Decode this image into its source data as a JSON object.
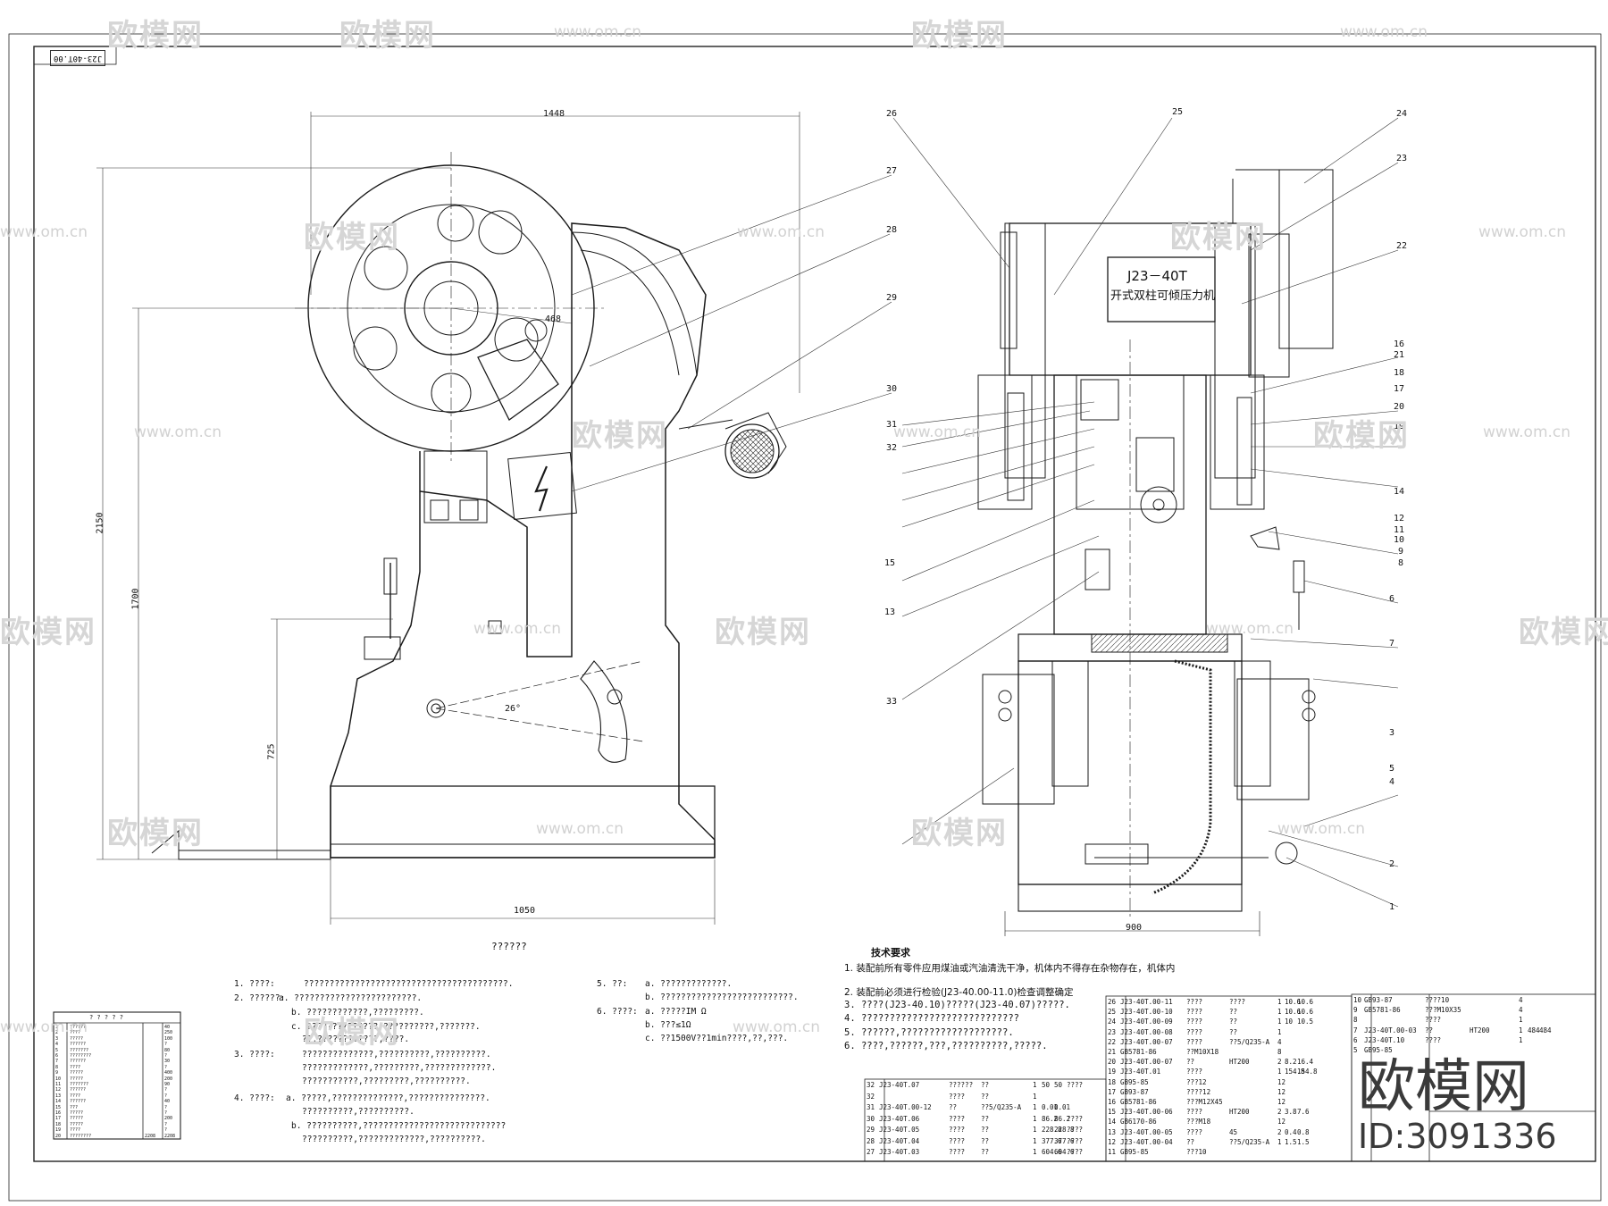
{
  "drawing": {
    "code": "J23-40T.00",
    "title_marks": "??????",
    "plate": {
      "model": "J23－40T",
      "name": "开式双柱可倾压力机"
    }
  },
  "dimensions": {
    "width_top": "1448",
    "height_total": "2150",
    "height_1700": "1700",
    "height_725": "725",
    "base_width": "1050",
    "flywheel_r": "468",
    "tilt_angle": "26°",
    "front_width": "900"
  },
  "balloons": [
    "1",
    "2",
    "3",
    "4",
    "5",
    "6",
    "7",
    "8",
    "9",
    "10",
    "11",
    "12",
    "13",
    "14",
    "15",
    "16",
    "17",
    "18",
    "19",
    "20",
    "21",
    "22",
    "23",
    "24",
    "25",
    "26",
    "27",
    "28",
    "29",
    "30",
    "31",
    "32",
    "33"
  ],
  "notes": {
    "n1": "1. ????:",
    "n1_text": "????????????????????????????????????????.",
    "n2": "2. ??????:",
    "n2a": "a. ????????????????????????.",
    "n2b": "b. ????????????,?????????.",
    "n2c": "c. ??????????????,??????????,???????.",
    "n2d": "??,????????????,????.",
    "n3": "3. ????:",
    "n3a": "??????????????,??????????,??????????.",
    "n3b": "?????????????,?????????,?????????????.",
    "n3c": "???????????,?????????,??????????.",
    "n4": "4. ????:",
    "n4a": "a. ?????,??????????????,???????????????.",
    "n4b": "??????????,??????????.",
    "n4c": "b. ??????????,????????????????????????????",
    "n4d": "??????????,?????????????,??????????.",
    "n5": "5. ??:",
    "n5a": "a. ?????????????.",
    "n5b": "b. ??????????????????????????.",
    "n6": "6. ????:",
    "n6a": "a. ?????IM Ω",
    "n6b": "b. ???≤1Ω",
    "n6c": "c. ??1500V??1min????,??,???."
  },
  "requirements": {
    "title": "技术要求",
    "r1": "1. 装配前所有零件应用煤油或汽油清洗干净，机体内不得存在杂物存在，机体内",
    "r2": "2. 装配前必须进行检验(J23-40.00-11.0)检查调整确定",
    "r3": "3. ????(J23-40.10)?????(J23-40.07)?????.",
    "r4": "4. ????????????????????????????",
    "r5": "5. ??????,???????????????????.",
    "r6": "6. ????,??????,???,??????????,?????."
  },
  "small_table": {
    "title": "? ? ? ? ?",
    "rows": [
      [
        "1",
        "??????",
        "",
        "40"
      ],
      [
        "2",
        "????",
        "",
        "250"
      ],
      [
        "3",
        "?????",
        "",
        "100"
      ],
      [
        "4",
        "??????",
        "",
        "?"
      ],
      [
        "5",
        "???????",
        "",
        "80"
      ],
      [
        "6",
        "????????",
        "",
        "?"
      ],
      [
        "7",
        "??????",
        "",
        "30"
      ],
      [
        "8",
        "????",
        "",
        "?"
      ],
      [
        "9",
        "?????",
        "",
        "400"
      ],
      [
        "10",
        "?????",
        "",
        "200"
      ],
      [
        "11",
        "???????",
        "",
        "90"
      ],
      [
        "12",
        "??????",
        "",
        "?"
      ],
      [
        "13",
        "????",
        "",
        "?"
      ],
      [
        "14",
        "??????",
        "",
        "40"
      ],
      [
        "15",
        "???",
        "",
        "?"
      ],
      [
        "16",
        "?????",
        "",
        "?"
      ],
      [
        "17",
        "?????",
        "",
        "200"
      ],
      [
        "18",
        "?????",
        "",
        "?"
      ],
      [
        "19",
        "????",
        "",
        "?"
      ],
      [
        "20",
        "????????",
        "2208",
        "2208"
      ]
    ]
  },
  "bom_a": [
    [
      "32",
      "J23-40T.07",
      "??????",
      "??",
      "1",
      "50",
      "50",
      "????"
    ],
    [
      "32",
      "",
      "????",
      "??",
      "1",
      "",
      "",
      ""
    ],
    [
      "31",
      "J23-40T.00-12",
      "??",
      "??5/Q235-A",
      "1",
      "0.01",
      "0.01",
      ""
    ],
    [
      "30",
      "J23-40T.06",
      "????",
      "??",
      "1",
      "86.2",
      "86.2",
      "????"
    ],
    [
      "29",
      "J23-40T.05",
      "????",
      "??",
      "1",
      "228.8",
      "228.8",
      "????"
    ],
    [
      "28",
      "J23-40T.04",
      "????",
      "??",
      "1",
      "377.6",
      "377.6",
      "????"
    ],
    [
      "27",
      "J23-40T.03",
      "????",
      "??",
      "1",
      "604.6",
      "604.6",
      "????"
    ]
  ],
  "bom_b": [
    [
      "26",
      "J23-40T.00-11",
      "????",
      "????",
      "1",
      "10.6",
      "10.6",
      ""
    ],
    [
      "25",
      "J23-40T.00-10",
      "????",
      "??",
      "1",
      "10.6",
      "10.6",
      ""
    ],
    [
      "24",
      "J23-40T.00-09",
      "????",
      "??",
      "1",
      "10",
      "10.5",
      ""
    ],
    [
      "23",
      "J23-40T.00-08",
      "????",
      "??",
      "1",
      "",
      "",
      ""
    ],
    [
      "22",
      "J23-40T.00-07",
      "????",
      "??5/Q235-A",
      "4",
      "",
      "",
      ""
    ],
    [
      "21",
      "GB5781-86",
      "??M10X18",
      "",
      "8",
      "",
      "",
      ""
    ],
    [
      "20",
      "J23-40T.00-07",
      "??",
      "HT200",
      "2",
      "8.2",
      "16.4",
      ""
    ],
    [
      "19",
      "J23-40T.01",
      "????",
      "",
      "1",
      "154.8",
      "154.8",
      ""
    ],
    [
      "18",
      "GB95-85",
      "???12",
      "",
      "12",
      "",
      "",
      ""
    ],
    [
      "17",
      "GB93-87",
      "????12",
      "",
      "12",
      "",
      "",
      ""
    ],
    [
      "16",
      "GB5781-86",
      "???M12X45",
      "",
      "12",
      "",
      "",
      ""
    ],
    [
      "15",
      "J23-40T.00-06",
      "????",
      "HT200",
      "2",
      "3.8",
      "7.6",
      ""
    ],
    [
      "14",
      "GB6170-86",
      "???M18",
      "",
      "12",
      "",
      "",
      ""
    ],
    [
      "13",
      "J23-40T.00-05",
      "????",
      "45",
      "2",
      "0.4",
      "0.8",
      ""
    ],
    [
      "12",
      "J23-40T.00-04",
      "??",
      "??5/Q235-A",
      "1",
      "1.5",
      "1.5",
      ""
    ],
    [
      "11",
      "GB95-85",
      "???10",
      "",
      "",
      "",
      "",
      ""
    ]
  ],
  "bom_c": [
    [
      "10",
      "GB93-87",
      "????10",
      "",
      "4",
      "",
      "",
      ""
    ],
    [
      "9",
      "GB5781-86",
      "???M10X35",
      "",
      "4",
      "",
      "",
      ""
    ],
    [
      "8",
      "",
      "????",
      "",
      "1",
      "",
      "",
      ""
    ],
    [
      "7",
      "J23-40T.00-03",
      "??",
      "HT200",
      "1",
      "484",
      "484",
      ""
    ],
    [
      "6",
      "J23-40T.10",
      "????",
      "",
      "1",
      "",
      "",
      ""
    ],
    [
      "5",
      "GB95-85",
      "",
      "",
      "",
      "",
      "",
      ""
    ]
  ],
  "brand": {
    "name": "欧模网",
    "id": "ID:3091336"
  },
  "watermark": {
    "name": "欧模网",
    "url": "www.om.cn"
  }
}
